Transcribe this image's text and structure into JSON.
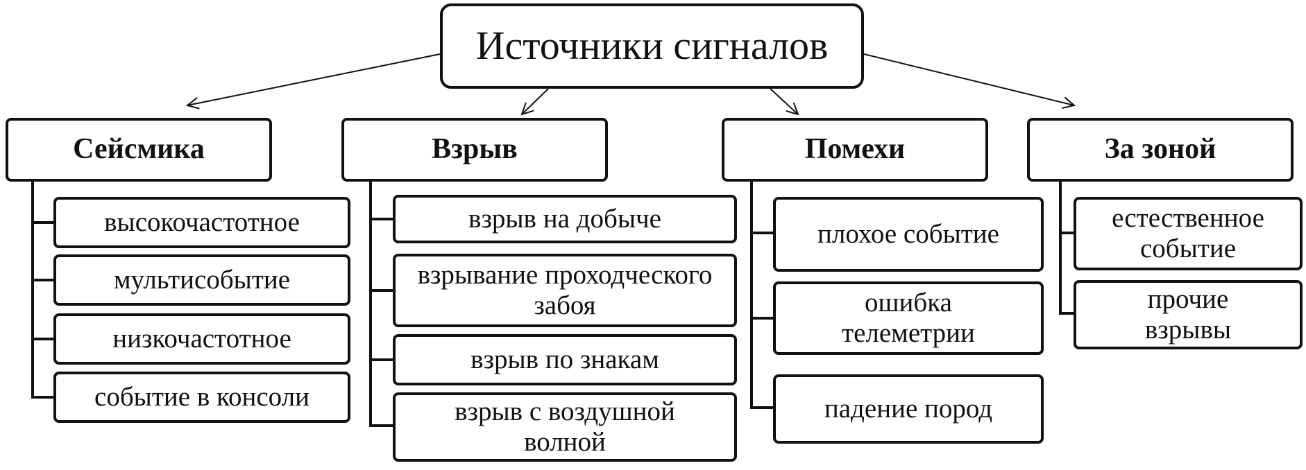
{
  "root": {
    "label": "Источники сигналов"
  },
  "categories": [
    {
      "label": "Сейсмика",
      "items": [
        "высокочастотное",
        "мультисобытие",
        "низкочастотное",
        "событие в консоли"
      ]
    },
    {
      "label": "Взрыв",
      "items": [
        "взрыв на добыче",
        "взрывание проходческого забоя",
        "взрыв по знакам",
        "взрыв с воздушной волной"
      ]
    },
    {
      "label": "Помехи",
      "items": [
        "плохое событие",
        "ошибка телеметрии",
        "падение пород"
      ]
    },
    {
      "label": "За зоной",
      "items": [
        "естественное событие",
        "прочие взрывы"
      ]
    }
  ],
  "colors": {
    "stroke": "#111111",
    "background": "#ffffff"
  }
}
